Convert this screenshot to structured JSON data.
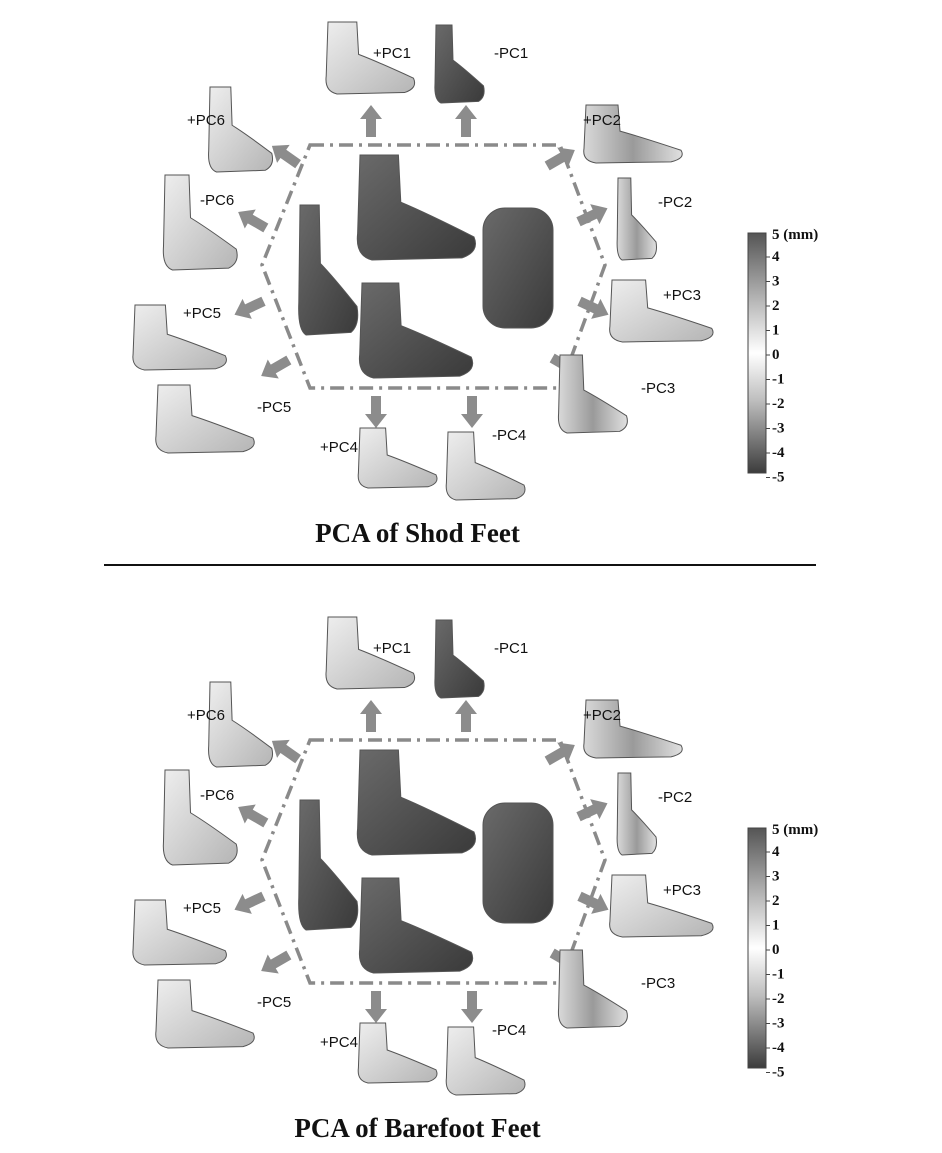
{
  "panels": [
    {
      "title": "PCA of Shod Feet",
      "labels": [
        "+PC1",
        "-PC1",
        "+PC2",
        "-PC2",
        "+PC3",
        "-PC3",
        "+PC4",
        "-PC4",
        "-PC5",
        "+PC5",
        "-PC6",
        "+PC6"
      ],
      "colorbar": {
        "unit": "5 (mm)",
        "ticks": [
          "4",
          "3",
          "2",
          "1",
          "0",
          "-1",
          "-2",
          "-3",
          "-4",
          "-5"
        ]
      }
    },
    {
      "title": "PCA of Barefoot Feet",
      "labels": [
        "+PC1",
        "-PC1",
        "+PC2",
        "-PC2",
        "+PC3",
        "-PC3",
        "+PC4",
        "-PC4",
        "-PC5",
        "+PC5",
        "-PC6",
        "+PC6"
      ],
      "colorbar": {
        "unit": "5 (mm)",
        "ticks": [
          "4",
          "3",
          "2",
          "1",
          "0",
          "-1",
          "-2",
          "-3",
          "-4",
          "-5"
        ]
      }
    }
  ],
  "colors": {
    "arrow": "#8c8c8c",
    "hexagon": "#8a8a8a",
    "foot_dark": "#4a4a4a",
    "foot_light": "#d6d6d6",
    "colorbar_top": "#555555",
    "colorbar_mid": "#ffffff",
    "colorbar_bottom": "#3c3c3c"
  }
}
